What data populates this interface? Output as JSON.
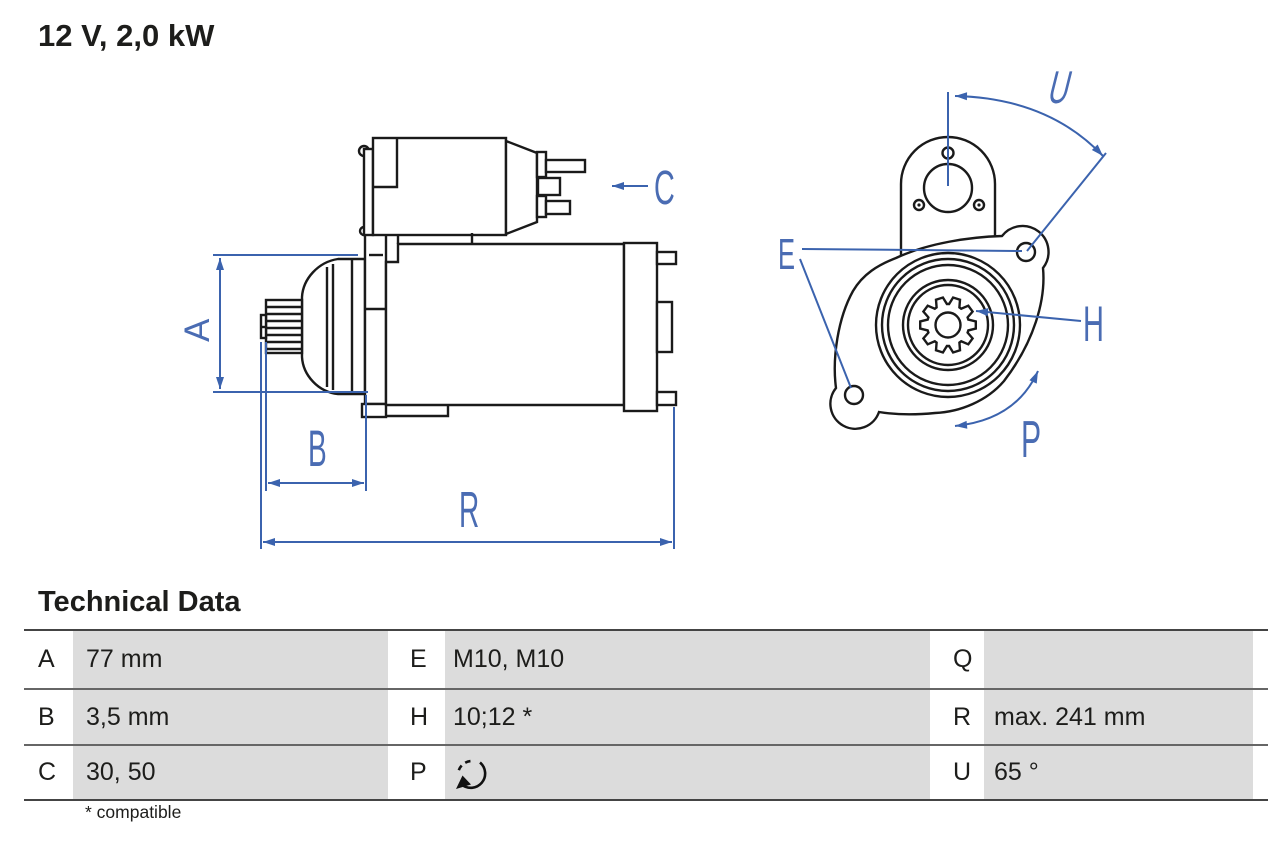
{
  "page_title": "12 V, 2,0 kW",
  "colors": {
    "accent_blue": "#3b63ae",
    "line_black": "#1a1a1a",
    "table_cell_gray": "#dcdcdc"
  },
  "diagram": {
    "side_view": {
      "labels": {
        "a": "A",
        "b": "B",
        "c": "C",
        "r": "R"
      }
    },
    "front_view": {
      "labels": {
        "u": "U",
        "e": "E",
        "h": "H",
        "p": "P"
      }
    }
  },
  "technical_data": {
    "heading": "Technical Data",
    "footnote": "* compatible",
    "rows": [
      {
        "key": "A",
        "value": "77 mm"
      },
      {
        "key": "B",
        "value": "3,5 mm"
      },
      {
        "key": "C",
        "value": "30, 50"
      },
      {
        "key": "E",
        "value": "M10, M10"
      },
      {
        "key": "H",
        "value": "10;12 *"
      },
      {
        "key": "P",
        "value": "",
        "icon": "rotation-clockwise-icon"
      },
      {
        "key": "Q",
        "value": ""
      },
      {
        "key": "R",
        "value": "max. 241 mm"
      },
      {
        "key": "U",
        "value": "65 °"
      }
    ]
  }
}
